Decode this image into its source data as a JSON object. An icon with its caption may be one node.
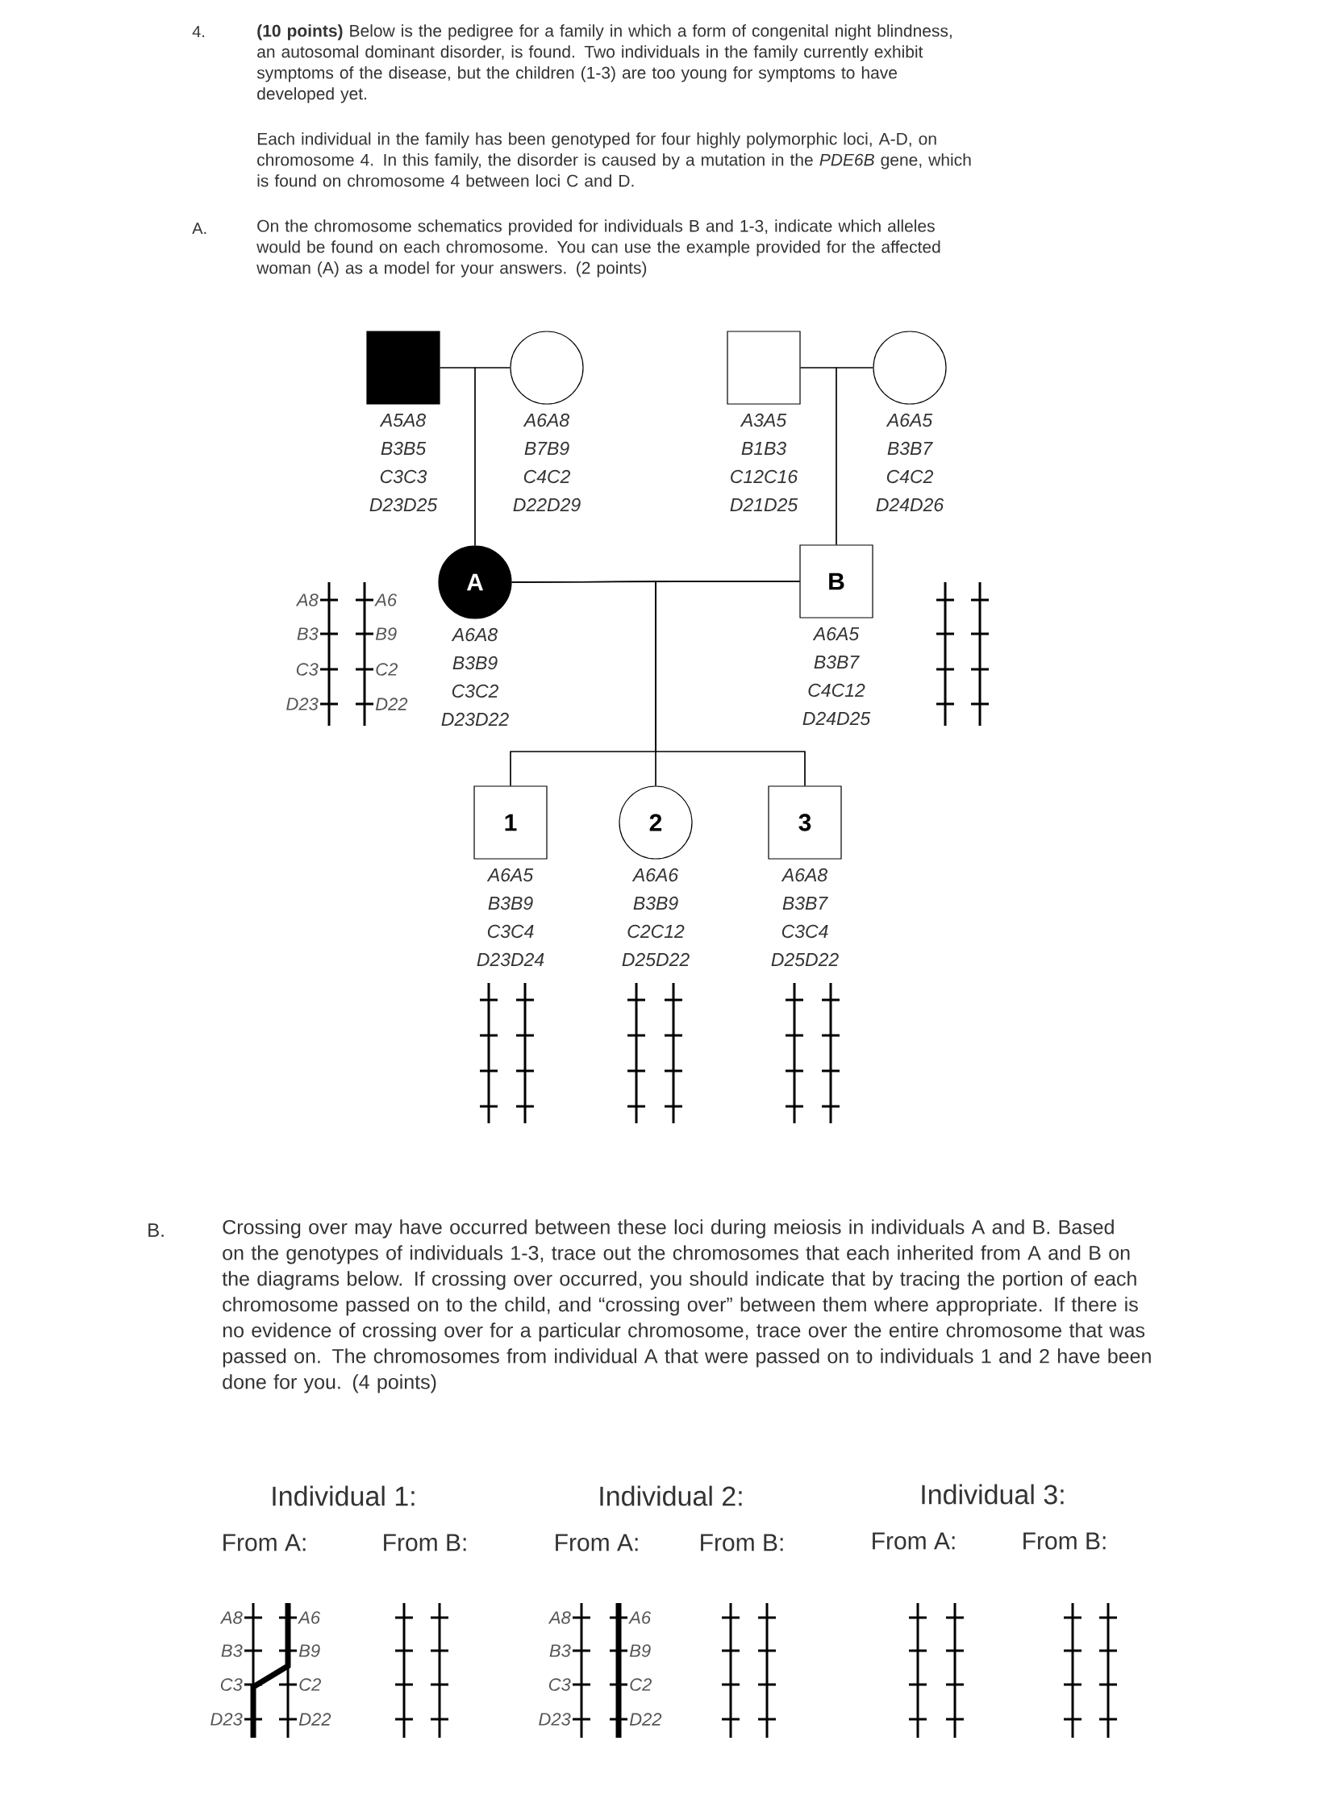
{
  "diagram": {
    "nodes": [
      {
        "text": [],
        "shape": "box",
        "beside": [
          "A5A8",
          "B3B5",
          "C3C3",
          "D23D25"
        ]
      },
      {
        "text": [],
        "shape": "circle",
        "beside": [
          "A6A8",
          "B7B9",
          "C4C2",
          "D22D29"
        ]
      },
      {
        "text": [],
        "shape": "box",
        "beside": [
          "A3A5",
          "B1B3",
          "C12C16",
          "D21D25"
        ]
      },
      {
        "text": [],
        "shape": "circle",
        "beside": [
          "A6A5",
          "B3B7",
          "C4C2",
          "D24D26"
        ]
      },
      {
        "text": [
          "A"
        ],
        "beside": [
          "A6A8",
          "B3B9",
          "C3C2",
          "D23D22"
        ]
      },
      {
        "text": [
          "B"
        ],
        "beside": [
          "A6A5",
          "B3B7",
          "C4C12",
          "D24D25"
        ]
      },
      {
        "text": [
          "1"
        ],
        "beside": [
          "A6A5",
          "B3B9",
          "C3C4",
          "D23D24"
        ]
      },
      {
        "text": [
          "2"
        ],
        "beside": [
          "A6A6",
          "B3B9",
          "C2C12",
          "D25D22"
        ]
      },
      {
        "text": [
          "3"
        ],
        "beside": [
          "A6A8",
          "B3B7",
          "C3C4",
          "D25D22"
        ]
      }
    ],
    "edges": [
      {
        "from": 0,
        "to": 1,
        "arrow": "none"
      },
      {
        "from": 2,
        "to": 3,
        "arrow": "none"
      },
      {
        "from": 0,
        "to": 4,
        "arrow": "none"
      },
      {
        "from": 1,
        "to": 4,
        "arrow": "none"
      },
      {
        "from": 2,
        "to": 5,
        "arrow": "none"
      },
      {
        "from": 3,
        "to": 5,
        "arrow": "none"
      },
      {
        "from": 4,
        "to": 5,
        "arrow": "none"
      },
      {
        "from": 4,
        "to": 6,
        "arrow": "none"
      },
      {
        "from": 4,
        "to": 7,
        "arrow": "none"
      },
      {
        "from": 4,
        "to": 8,
        "arrow": "none"
      },
      {
        "from": 5,
        "to": 6,
        "arrow": "none"
      },
      {
        "from": 5,
        "to": 7,
        "arrow": "none"
      },
      {
        "from": 5,
        "to": 8,
        "arrow": "none"
      }
    ],
    "labels": [
      "4.",
      "**(10 points)** Below is the pedigree for a family in which a form of congenital night blindness, an autosomal dominant disorder, is found. Two individuals in the family currently exhibit symptoms of the disease, but the children (1-3) are too young for symptoms to have developed yet.",
      "Each individual in the family has been genotyped for four highly polymorphic loci, A-D, on chromosome 4. In this family, the disorder is caused by a mutation in the *PDE6B* gene, which is found on chromosome 4 between loci C and D.",
      "A.",
      "On the chromosome schematics provided for individuals B and 1-3, indicate which alleles would be found on each chromosome. You can use the example provided for the affected woman (A) as a model for your answers. (2 points)",
      "A8",
      "B3",
      "C3",
      "D23",
      "A6",
      "B9",
      "C2",
      "D22",
      "B.",
      "Crossing over may have occurred between these loci during meiosis in individuals A and B. Based on the genotypes of individuals 1-3, trace out the chromosomes that each inherited from A and B on the diagrams below. If crossing over occurred, you should indicate that by tracing the portion of each chromosome passed on to the child, and “crossing over” between them where appropriate. If there is no evidence of crossing over for a particular chromosome, trace over the entire chromosome that was passed on. The chromosomes from individual A that were passed on to individuals 1 and 2 have been done for you. (4 points)",
      "Individual 1:",
      "From A:",
      "From B:",
      "Individual 2:",
      "From A:",
      "From B:",
      "Individual 3:",
      "From A:",
      "From B:",
      "A8",
      "B3",
      "C3",
      "D23",
      "A6",
      "B9",
      "C2",
      "D22",
      "A8",
      "B3",
      "C3",
      "D23",
      "A6",
      "B9",
      "C2",
      "D22"
    ]
  }
}
